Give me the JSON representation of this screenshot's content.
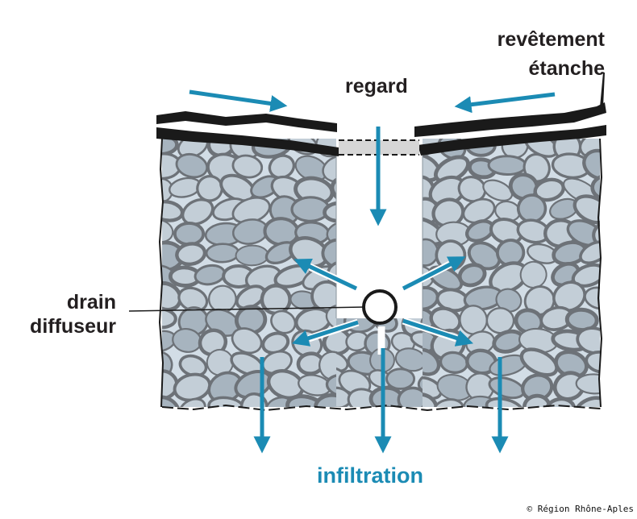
{
  "labels": {
    "coating_line1": "revêtement",
    "coating_line2": "étanche",
    "manhole": "regard",
    "drain_line1": "drain",
    "drain_line2": "diffuseur",
    "infiltration": "infiltration"
  },
  "credit": "© Région Rhône-Aples",
  "colors": {
    "arrow": "#1b8bb4",
    "fill": "#d2dde6",
    "stone_dark": "#6d7278",
    "stone_light": "#a7b4bf",
    "asphalt": "#1a1a1a",
    "label": "#231f20"
  },
  "icons": {
    "arrow": "arrow-icon",
    "stone": "stone-icon"
  }
}
